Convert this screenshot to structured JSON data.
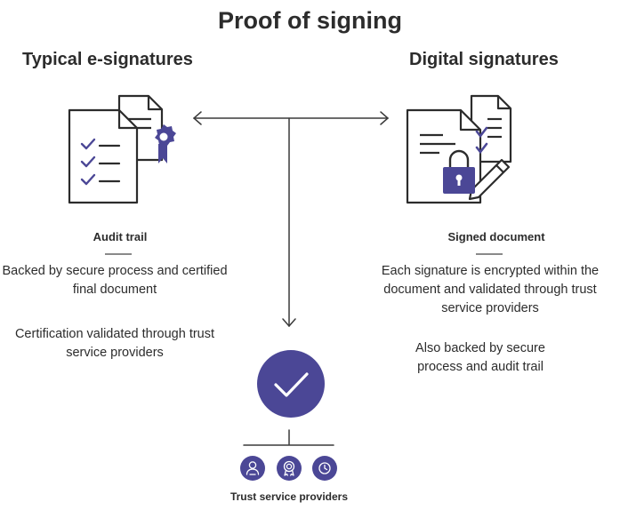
{
  "title": "Proof of signing",
  "left": {
    "heading": "Typical e-signatures",
    "subheading": "Audit trail",
    "paragraphs": [
      "Backed by secure process and certified final document",
      "Certification validated through trust service providers"
    ]
  },
  "right": {
    "heading": "Digital signatures",
    "subheading": "Signed document",
    "paragraphs": [
      "Each signature is encrypted within the document and validated through trust service providers",
      "Also backed by secure process and audit trail"
    ]
  },
  "bottom": {
    "label": "Trust service providers"
  },
  "colors": {
    "accent": "#4b4796",
    "text": "#2c2c2c",
    "line": "#3a3a3a"
  },
  "icons": [
    "audit-document-icon",
    "signed-document-lock-icon",
    "checkmark-circle-icon",
    "user-badge-icon",
    "award-badge-icon",
    "clock-icon"
  ]
}
